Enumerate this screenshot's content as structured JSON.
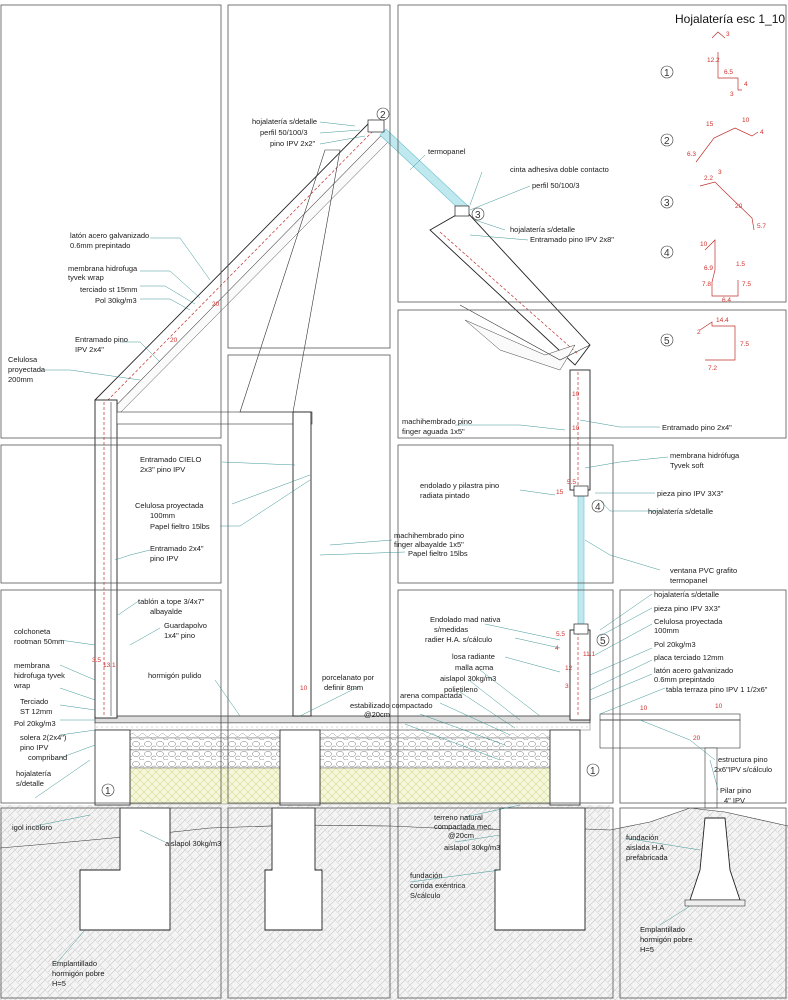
{
  "title": "Hojalatería esc 1_10",
  "markers": [
    "1",
    "2",
    "3",
    "4",
    "5"
  ],
  "details": [
    {
      "id": "1",
      "dims": [
        "12.2",
        "3",
        "6.5",
        "4",
        "3"
      ]
    },
    {
      "id": "2",
      "dims": [
        "15",
        "10",
        "6.3",
        "4"
      ]
    },
    {
      "id": "3",
      "dims": [
        "2.2",
        "3",
        "20",
        "5.7"
      ]
    },
    {
      "id": "4",
      "dims": [
        "10",
        "6.9",
        "1.5",
        "7.8",
        "6.4",
        "7.5"
      ]
    },
    {
      "id": "5",
      "dims": [
        "14.4",
        "2",
        "7.5",
        "7.2"
      ]
    }
  ],
  "labels": {
    "hojalateria_sdetalle_top": "hojalatería s/detalle",
    "perfil_top": "perfil 50/100/3",
    "pino_2x2": "pino IPV 2x2\"",
    "termopanel": "termopanel",
    "cinta": "cinta adhesiva doble contacto",
    "perfil_mid": "perfil 50/100/3",
    "hojalateria_sdetalle_3": "hojalatería s/detalle",
    "entramado_2x8": "Entramado pino IPV 2x8\"",
    "laton_1": "latón acero galvanizado",
    "laton_2": "0.6mm prepintado",
    "membrana_1": "membrana hidrofuga",
    "membrana_2": "tyvek wrap",
    "terciado_15": "terciado st 15mm",
    "pol_30": "Pol 30kg/m3",
    "entramado_2x4_1": "Entramado pino",
    "entramado_2x4_2": "IPV 2x4\"",
    "celulosa_1": "Celulosa",
    "celulosa_2": "proyectada",
    "celulosa_3": "200mm",
    "machi_1": "machihembrado pino",
    "machi_2": "finger aguada 1x5\"",
    "entramado_pino_2x4": "Entramado pino 2x4\"",
    "membrana_soft_1": "membrana hidrófuga",
    "membrana_soft_2": "Tyvek soft",
    "endolado_1": "endolado y pilastra pino",
    "endolado_2": "radiata pintado",
    "pieza_3x3": "pieza pino IPV 3X3\"",
    "hojalateria_sdetalle_4": "hojalatería s/detalle",
    "ventana_1": "ventana PVC grafito",
    "ventana_2": "termopanel",
    "entramado_cielo_1": "Entramado CIELO",
    "entramado_cielo_2": "2x3\" pino IPV",
    "celulosa100_1": "Celulosa proyectada",
    "celulosa100_2": "100mm",
    "papel_1": "Papel fieltro  15lbs",
    "entramado_2x4_b1": "Entramado 2x4\"",
    "entramado_2x4_b2": "pino IPV",
    "machi_b1": "machihembrado pino",
    "machi_b2": "finger albayalde 1x5\"",
    "papel_2": "Papel fieltro  15lbs",
    "colchoneta_1": "colchoneta",
    "colchoneta_2": "rootman 50mm",
    "tablon_1": "tablón a tope 3/4x7\"",
    "tablon_2": "albayalde",
    "guardapolvo_1": "Guardapolvo",
    "guardapolvo_2": "1x4\" pino",
    "membrana_w1": "membrana",
    "membrana_w2": "hidrofuga tyvek",
    "membrana_w3": "wrap",
    "terciado_12_1": "Terciado",
    "terciado_12_2": "ST 12mm",
    "pol_20": "Pol 20kg/m3",
    "solera_1": "solera 2(2x4\")",
    "solera_2": "pino IPV",
    "compriband": "compriband",
    "hojalateria_bl_1": "hojalatería",
    "hojalateria_bl_2": "s/detalle",
    "hormigon_pulido": "hormigón pulido",
    "porcelanato_1": "porcelanato por",
    "porcelanato_2": "definir 8mm",
    "endolado_nativa_1": "Endolado mad nativa",
    "endolado_nativa_2": "s/medidas",
    "radier": "radier H.A. s/cálculo",
    "losa": "losa radiante",
    "malla": "malla acma",
    "aislapol_30": "aislapol 30kg/m3",
    "polietileno": "polietileno",
    "arena": "arena compactada",
    "estabilizado_1": "estabilizado compactado",
    "estabilizado_2": "@20cm",
    "hojalateria_r5": "hojalatería s/detalle",
    "pieza_3x3_r": "pieza pino IPV 3X3\"",
    "celulosa_r1": "Celulosa proyectada",
    "celulosa_r2": "100mm",
    "pol_20_r": "Pol 20kg/m3",
    "placa_terciado": "placa terciado 12mm",
    "laton_r1": "latón acero galvanizado",
    "laton_r2": "0.6mm prepintado",
    "tabla_terraza": "tabla terraza pino IPV 1 1/2x6\"",
    "estructura_1": "estructura pino",
    "estructura_2": "2x6\"IPV s/cálculo",
    "pilar_1": "Pilar pino",
    "pilar_2": "4\" IPV",
    "igol": "igol incoloro",
    "aislapol_b1": "aislapol 30kg/m3",
    "terreno_1": "terreno natural",
    "terreno_2": "compactada mec.",
    "terreno_3": "@20cm",
    "aislapol_b2": "aislapol 30kg/m3",
    "fundacion_corr_1": "fundación",
    "fundacion_corr_2": "corrida exéntrica",
    "fundacion_corr_3": "S/cálculo",
    "fundacion_ais_1": "fundación",
    "fundacion_ais_2": "aislada H.A",
    "fundacion_ais_3": "prefabricada",
    "emplantillado_1": "Emplantillado",
    "emplantillado_2": "hormigón pobre",
    "emplantillado_3": "H=5",
    "emplantillado_r1": "Emplantillado",
    "emplantillado_r2": "hormigón pobre",
    "emplantillado_r3": "H=5"
  },
  "small_dims": {
    "d20": "20",
    "d20b": "20",
    "d10": "10",
    "d10b": "10",
    "d55": "5.5",
    "d15": "15",
    "d55b": "5.5",
    "d4": "4",
    "d31": "3.5",
    "d13": "13.1",
    "d11": "11.1",
    "d12": "12",
    "d3": "3",
    "d10c": "10",
    "d10d": "10",
    "d10e": "10",
    "d20c": "20"
  }
}
